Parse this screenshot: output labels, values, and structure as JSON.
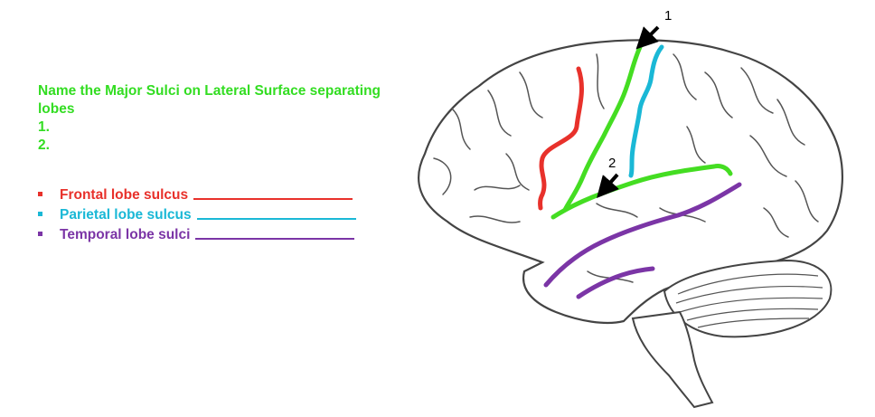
{
  "colors": {
    "title": "#33dd22",
    "frontal": "#e8312b",
    "parietal": "#1ab8d6",
    "temporal": "#7b35a6",
    "central_sulcus": "#44dd22",
    "lateral_sulcus": "#44dd22",
    "outline": "#444444"
  },
  "question": {
    "title_line1": "Name the Major Sulci on Lateral Surface separating",
    "title_line2": "lobes",
    "answer1": "1.",
    "answer2": "2."
  },
  "legend": [
    {
      "label": "Frontal lobe sulcus",
      "color": "#e8312b"
    },
    {
      "label": "Parietal lobe sulcus",
      "color": "#1ab8d6"
    },
    {
      "label": "Temporal lobe sulci",
      "color": "#7b35a6"
    }
  ],
  "diagram": {
    "pointer1_label": "1",
    "pointer2_label": "2",
    "pointer1_icon": "arrow-down-left-icon",
    "pointer2_icon": "arrow-down-left-icon"
  }
}
